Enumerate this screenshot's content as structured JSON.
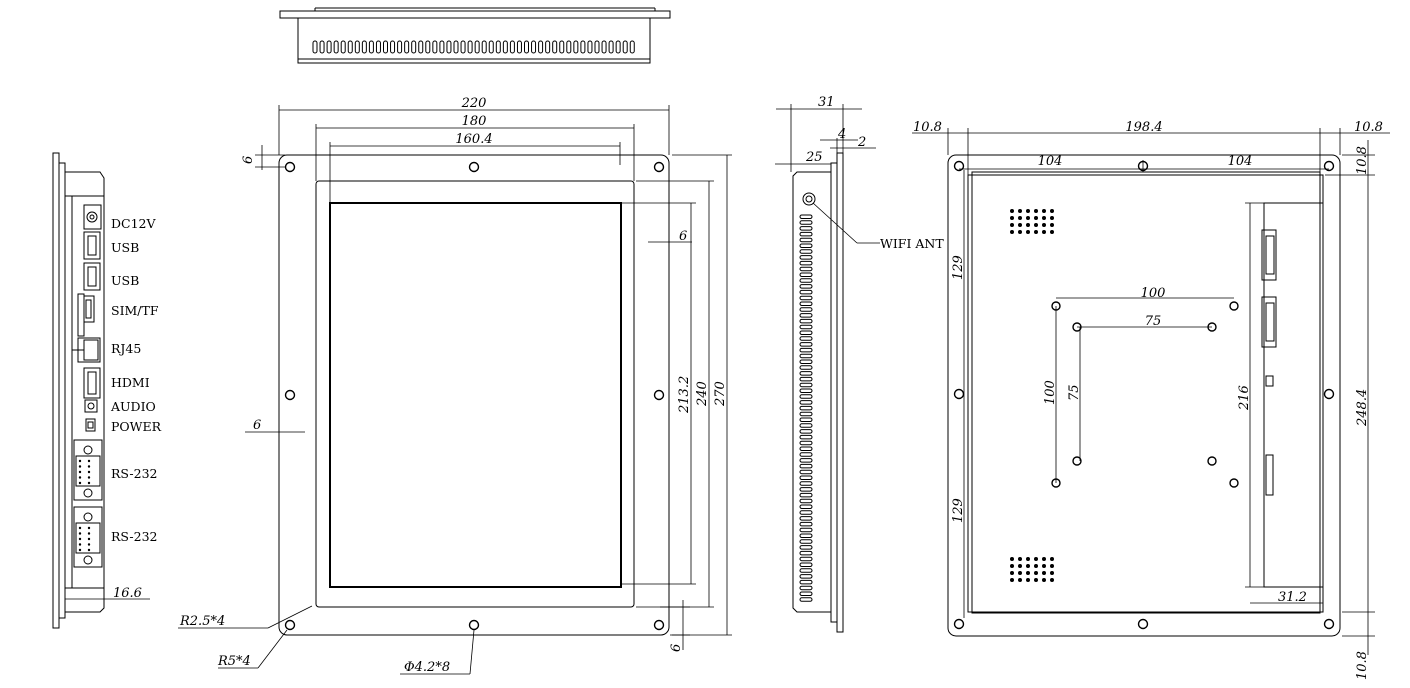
{
  "ports": [
    {
      "label": "DC12V"
    },
    {
      "label": "USB"
    },
    {
      "label": "USB"
    },
    {
      "label": "SIM/TF"
    },
    {
      "label": "RJ45"
    },
    {
      "label": "HDMI"
    },
    {
      "label": "AUDIO"
    },
    {
      "label": "POWER"
    },
    {
      "label": "RS-232"
    },
    {
      "label": "RS-232"
    }
  ],
  "side_left": {
    "depth": "16.6"
  },
  "front": {
    "overall_width": "220",
    "mid_width": "180",
    "hole_span": "160.4",
    "edge_top": "6",
    "edge_right": "6",
    "edge_left": "6",
    "edge_bottom": "6",
    "height_213": "213.2",
    "height_240": "240",
    "height_270": "270",
    "corner_inner": "R2.5*4",
    "corner_outer": "R5*4",
    "holes": "Φ4.2*8"
  },
  "side_right": {
    "depth": "31",
    "body": "25",
    "flange": "4",
    "lip": "2",
    "antenna": "WIFI ANT"
  },
  "back": {
    "edge_left": "10.8",
    "width": "198.4",
    "edge_right": "10.8",
    "edge_top": "10.8",
    "half_left": "104",
    "half_right": "104",
    "upper_half": "129",
    "lower_half": "129",
    "vesa_outer": "100",
    "vesa_inner": "75",
    "vesa_outer_v": "100",
    "vesa_inner_v": "75",
    "inner_height": "216",
    "overall_height": "248.4",
    "module_width": "31.2",
    "edge_bottom": "10.8"
  }
}
